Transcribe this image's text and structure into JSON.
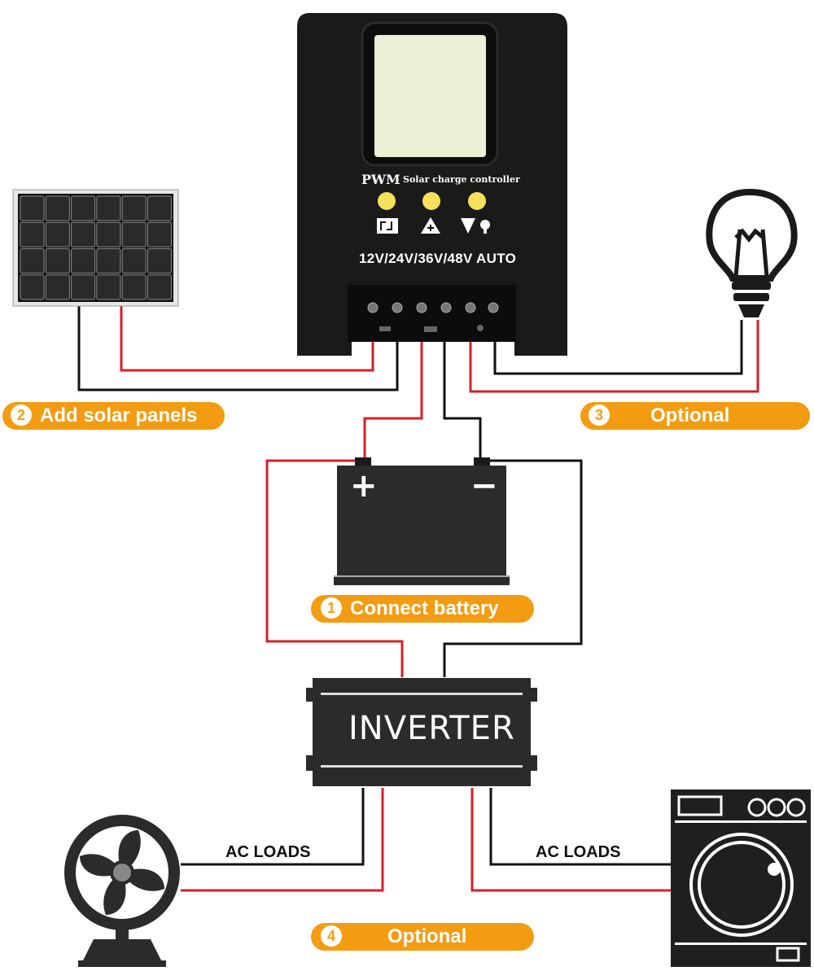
{
  "controller": {
    "type_label": "PWM",
    "name_label": "Solar charge controller",
    "voltage_label": "12V/24V/36V/48V AUTO",
    "buttons": [
      "cycle-icon",
      "battery-up-icon",
      "load-bulb-icon"
    ]
  },
  "inverter": {
    "label": "INVERTER"
  },
  "steps": [
    {
      "num": "1",
      "text": "Connect battery"
    },
    {
      "num": "2",
      "text": "Add solar panels"
    },
    {
      "num": "3",
      "text": "Optional"
    },
    {
      "num": "4",
      "text": "Optional"
    }
  ],
  "ac_loads": {
    "left": "AC LOADS",
    "right": "AC LOADS"
  },
  "battery": {
    "plus": "+",
    "minus": "−"
  },
  "colors": {
    "wire_red": "#d62027",
    "wire_black": "#111111",
    "accent": "#f39c12",
    "device": "#2b2b2b"
  }
}
